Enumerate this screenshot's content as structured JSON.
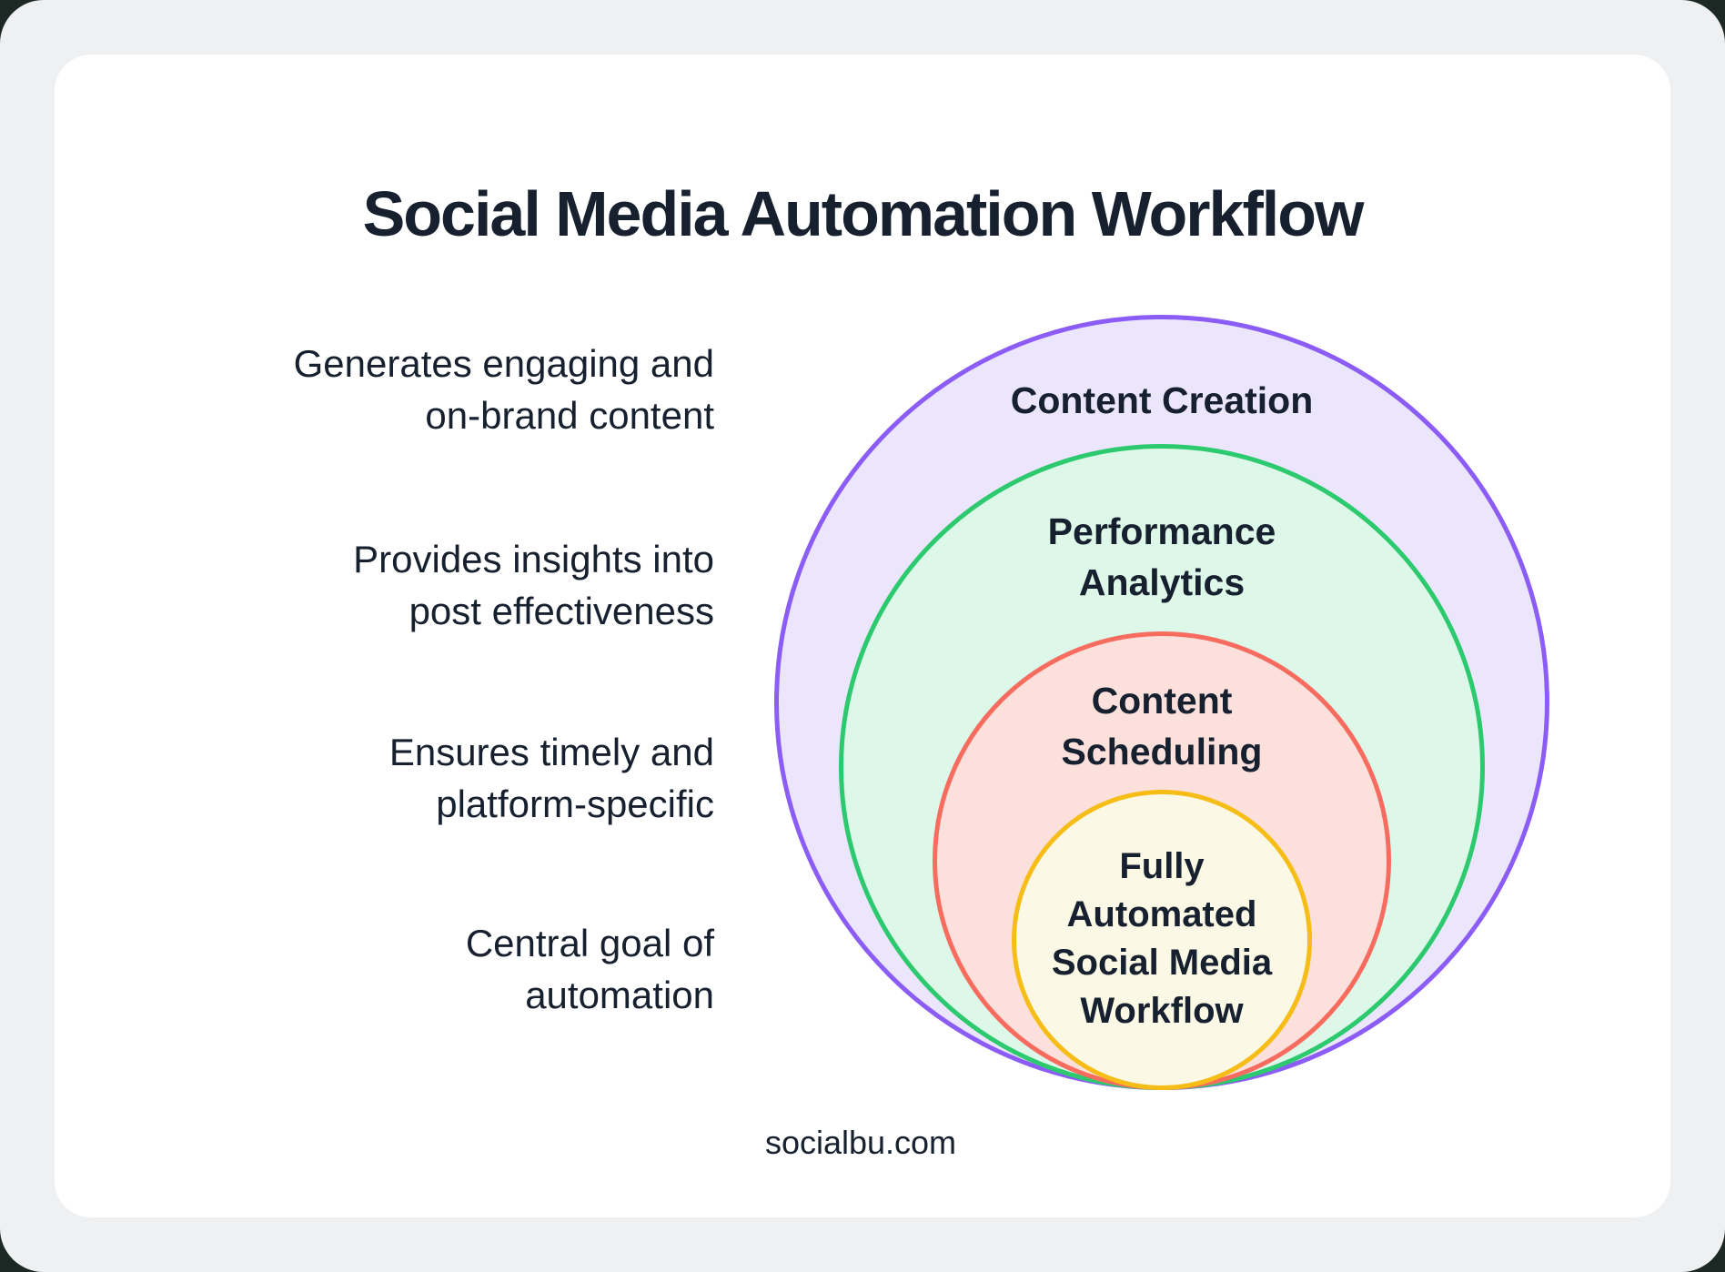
{
  "colors": {
    "page_bg": "#EFF0F2",
    "card_bg": "#FFFFFF",
    "text": "#16202E"
  },
  "page": {
    "title": "Social Media Automation Workflow",
    "footer": "socialbu.com"
  },
  "benefits": [
    {
      "text": "Generates engaging and\non-brand content"
    },
    {
      "text": "Provides insights into\npost effectiveness"
    },
    {
      "text": "Ensures timely and\nplatform-specific"
    },
    {
      "text": "Central goal of\nautomation"
    }
  ],
  "venn": {
    "rings": [
      {
        "label": "Content Creation",
        "stroke": "#8B5CF6",
        "fill": "#EBE6FB"
      },
      {
        "label": "Performance\nAnalytics",
        "stroke": "#2CC96F",
        "fill": "#DDF7E8"
      },
      {
        "label": "Content\nScheduling",
        "stroke": "#F76C5F",
        "fill": "#FCE0DC"
      },
      {
        "label": "Fully\nAutomated\nSocial Media\nWorkflow",
        "stroke": "#F7BD17",
        "fill": "#FBF8E5"
      }
    ]
  }
}
